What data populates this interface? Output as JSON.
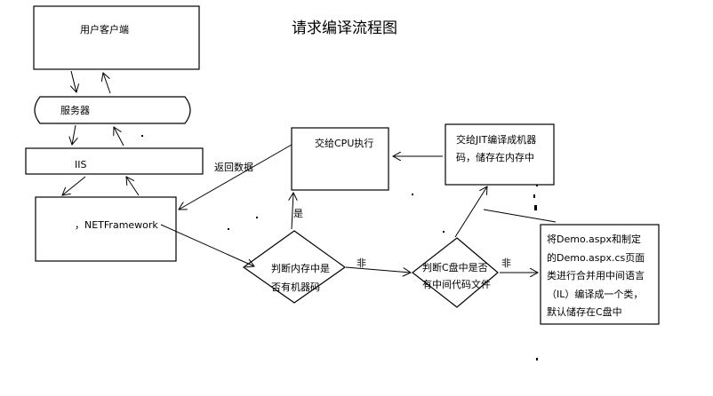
{
  "diagram": {
    "title": "请求编译流程图",
    "nodes": {
      "client": "用户客户端",
      "server": "服务器",
      "iis": "IIS",
      "netframework": "，NETFramework",
      "cpu": "交给CPU执行",
      "jit": [
        "交给JIT编译成机器",
        "码，储存在内存中"
      ],
      "check_memory": [
        "判断内存中是",
        "否有机器码"
      ],
      "check_c": [
        "判断C盘中是否",
        "有中间代码文件"
      ],
      "compile": [
        "将Demo.aspx和制定",
        "的Demo.aspx.cs页面",
        "类进行合并用中间语言",
        "（IL）编译成一个类，",
        "默认储存在C盘中"
      ]
    },
    "edge_labels": {
      "return_data": "返回数据",
      "yes": "是",
      "no1": "非",
      "no2": "非"
    }
  }
}
